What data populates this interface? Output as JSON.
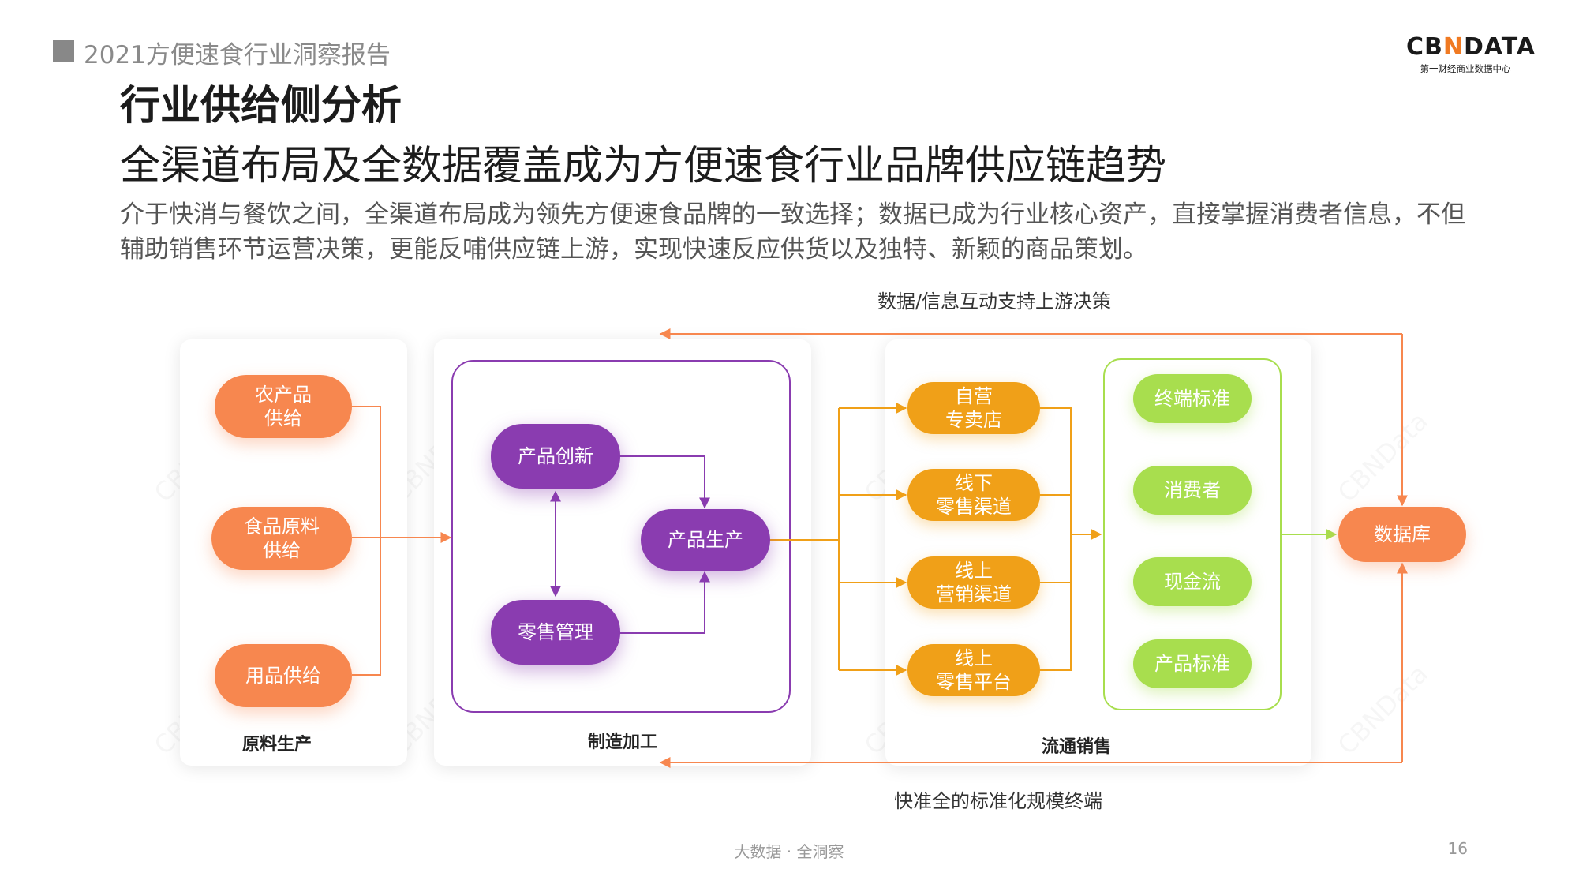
{
  "header": {
    "report_title": "2021方便速食行业洞察报告"
  },
  "logo": {
    "brand_left": "CB",
    "brand_mark": "N",
    "brand_right": "DATA",
    "subtitle": "第一财经商业数据中心"
  },
  "title": {
    "main": "行业供给侧分析",
    "sub": "全渠道布局及全数据覆盖成为方便速食行业品牌供应链趋势"
  },
  "description": "介于快消与餐饮之间，全渠道布局成为领先方便速食品牌的一致选择；数据已成为行业核心资产，直接掌握消费者信息，不但辅助销售环节运营决策，更能反哺供应链上游，实现快速反应供货以及独特、新颖的商品策划。",
  "diagram": {
    "top_loop_label": "数据/信息互动支持上游决策",
    "bottom_loop_label": "快准全的标准化规模终端",
    "sections": {
      "raw": {
        "label": "原料生产",
        "items": [
          {
            "line1": "农产品",
            "line2": "供给"
          },
          {
            "line1": "食品原料",
            "line2": "供给"
          },
          {
            "line1": "用品供给",
            "line2": ""
          }
        ]
      },
      "manufacturing": {
        "label": "制造加工",
        "innovation": "产品创新",
        "production": "产品生产",
        "retail_mgmt": "零售管理"
      },
      "distribution": {
        "label": "流通销售",
        "channels": [
          {
            "line1": "自营",
            "line2": "专卖店"
          },
          {
            "line1": "线下",
            "line2": "零售渠道"
          },
          {
            "line1": "线上",
            "line2": "营销渠道"
          },
          {
            "line1": "线上",
            "line2": "零售平台"
          }
        ],
        "data_items": [
          "终端标准",
          "消费者",
          "现金流",
          "产品标准"
        ]
      },
      "database": "数据库"
    },
    "colors": {
      "raw": "#f7874f",
      "manufacturing": "#8a3cb0",
      "channels": "#f0a018",
      "data_items": "#a8de4e",
      "loop_lines": "#f7874f"
    }
  },
  "watermark": "CBNData",
  "footer": {
    "tagline": "大数据 · 全洞察",
    "page_number": "16"
  }
}
